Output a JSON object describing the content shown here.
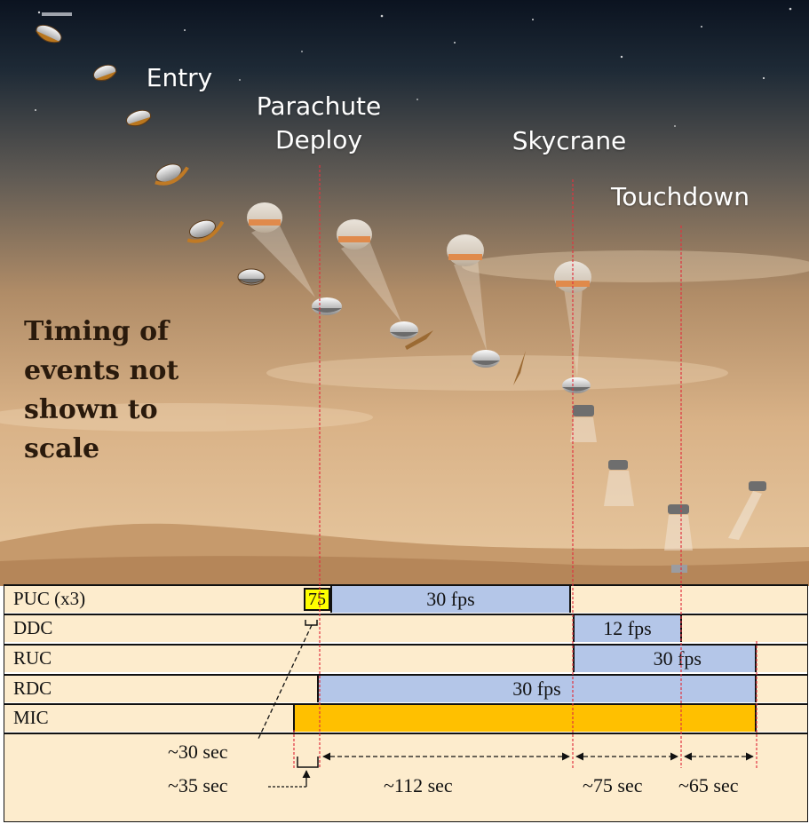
{
  "phases": [
    "Entry",
    "Parachute Deploy",
    "Skycrane",
    "Touchdown"
  ],
  "note": "Timing of events not shown to scale",
  "rows": [
    {
      "label": "PUC (x3)",
      "highlight": "75",
      "bar": "30 fps"
    },
    {
      "label": "DDC",
      "bar": "12 fps"
    },
    {
      "label": "RUC",
      "bar": "30 fps"
    },
    {
      "label": "RDC",
      "bar": "30 fps"
    },
    {
      "label": "MIC"
    }
  ],
  "durations": [
    "~30 sec",
    "~35 sec",
    "~112 sec",
    "~75 sec",
    "~65 sec"
  ],
  "colors": {
    "event_line": "#e0333f",
    "fps_bar": "#b4c6e8",
    "mic_bar": "#ffc000",
    "highlight": "#ffff00",
    "row_bg": "#fdeccd"
  }
}
